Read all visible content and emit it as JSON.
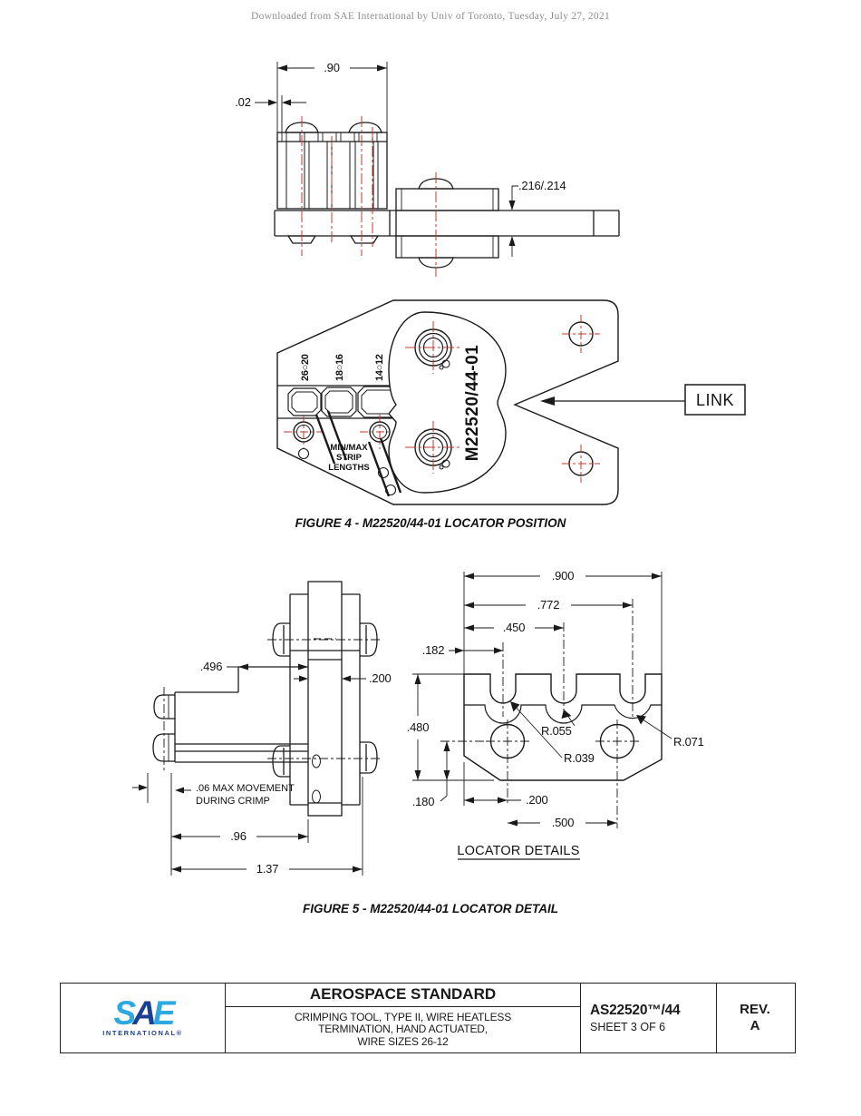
{
  "header": {
    "watermark": "Downloaded from SAE International by Univ of Toronto, Tuesday, July 27, 2021"
  },
  "figure4": {
    "caption": "FIGURE 4 - M22520/44-01 LOCATOR POSITION",
    "side_view": {
      "dim_width": ".90",
      "dim_offset": ".02",
      "dim_thickness": ".216/.214"
    },
    "position_view": {
      "die_labels": [
        "26○20",
        "18○16",
        "14○12"
      ],
      "part_number": "M22520/44-01",
      "strip_note": [
        "MIN/MAX",
        "STRIP",
        "LENGTHS"
      ],
      "link_label": "LINK"
    }
  },
  "figure5": {
    "caption": "FIGURE 5 - M22520/44-01 LOCATOR DETAIL",
    "side_view": {
      "dim_496": ".496",
      "dim_200": ".200",
      "movement_note": [
        ".06 MAX MOVEMENT",
        "DURING CRIMP"
      ],
      "dim_96": ".96",
      "dim_137": "1.37"
    },
    "detail_view": {
      "title": "LOCATOR DETAILS",
      "dim_900": ".900",
      "dim_772": ".772",
      "dim_450": ".450",
      "dim_182": ".182",
      "dim_480": ".480",
      "dim_180": ".180",
      "dim_200": ".200",
      "dim_500": ".500",
      "rad_055": "R.055",
      "rad_039": "R.039",
      "rad_071": "R.071"
    }
  },
  "footer": {
    "logo_letters": [
      "S",
      "A",
      "E"
    ],
    "logo_sub": "INTERNATIONAL®",
    "title": "AEROSPACE STANDARD",
    "subtitle": [
      "CRIMPING TOOL, TYPE II, WIRE HEATLESS",
      "TERMINATION, HAND ACTUATED,",
      "WIRE SIZES 26-12"
    ],
    "doc_number": "AS22520™/44",
    "sheet": "SHEET 3 OF 6",
    "rev_label": "REV.",
    "rev_value": "A"
  },
  "colors": {
    "centerline_red": "#C0392B",
    "line_black": "#1a1a1a",
    "sae_light_blue": "#2FA8E1",
    "sae_dark_blue": "#1C3F94",
    "watermark_gray": "#8f8f8f"
  }
}
